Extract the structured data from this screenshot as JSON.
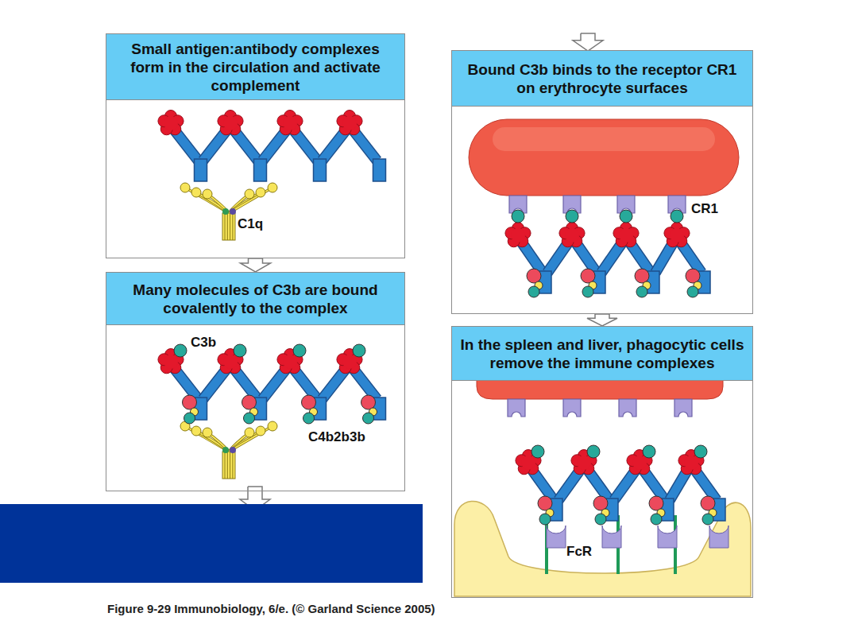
{
  "diagram": {
    "caption": "Figure 9-29 Immunobiology, 6/e. (© Garland Science 2005)",
    "nodes": [
      {
        "text": [
          "Small antigen:antibody complexes form in the circulation and activate complement"
        ]
      },
      {
        "text": [
          "Many molecules of C3b are bound covalently to the complex"
        ]
      },
      {
        "text": [
          "Bound C3b binds to the receptor CR1 on erythrocyte surfaces"
        ]
      },
      {
        "text": [
          "In the spleen and liver, phagocytic cells remove the immune complexes"
        ]
      }
    ],
    "edges": [
      {
        "from": 0,
        "to": 1,
        "arrow": "to"
      },
      {
        "from": 2,
        "to": 3,
        "arrow": "to"
      }
    ],
    "labels": [
      "C1q",
      "C3b",
      "C4b2b3b",
      "CR1",
      "FcR"
    ]
  }
}
